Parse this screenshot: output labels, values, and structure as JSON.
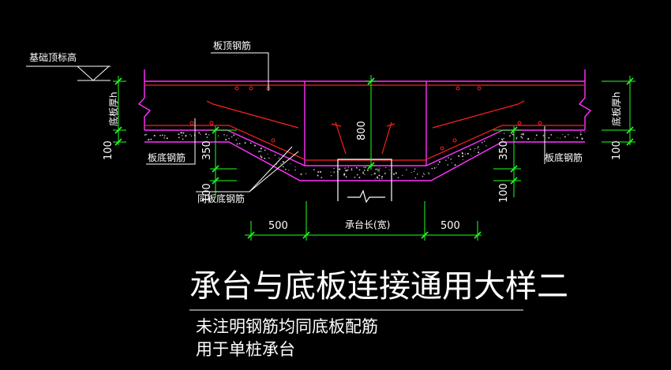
{
  "drawing": {
    "labels": {
      "foundation_top_level": "基础顶标高",
      "slab_top_rebar": "板顶钢筋",
      "slab_thickness_left": "底板厚h",
      "slab_thickness_right": "底板厚h",
      "slab_bottom_rebar_left": "板底钢筋",
      "slab_bottom_rebar_right": "板底钢筋",
      "same_bottom_rebar": "同板底钢筋",
      "cap_length": "承台长(宽)"
    },
    "dimensions": {
      "left_100": "100",
      "right_100": "100",
      "left_350": "350",
      "right_350": "350",
      "left_lower_100": "100",
      "right_lower_100": "100",
      "depth_800": "800",
      "left_500": "500",
      "right_500": "500"
    },
    "title": "承台与底板连接通用大样二",
    "notes": [
      "未注明钢筋均同底板配筋",
      "用于单桩承台"
    ]
  },
  "colors": {
    "background": "#000000",
    "rebar": "#ff2020",
    "concrete": "#ff33ff",
    "dimension": "#22ff22",
    "text": "#ffffff"
  }
}
